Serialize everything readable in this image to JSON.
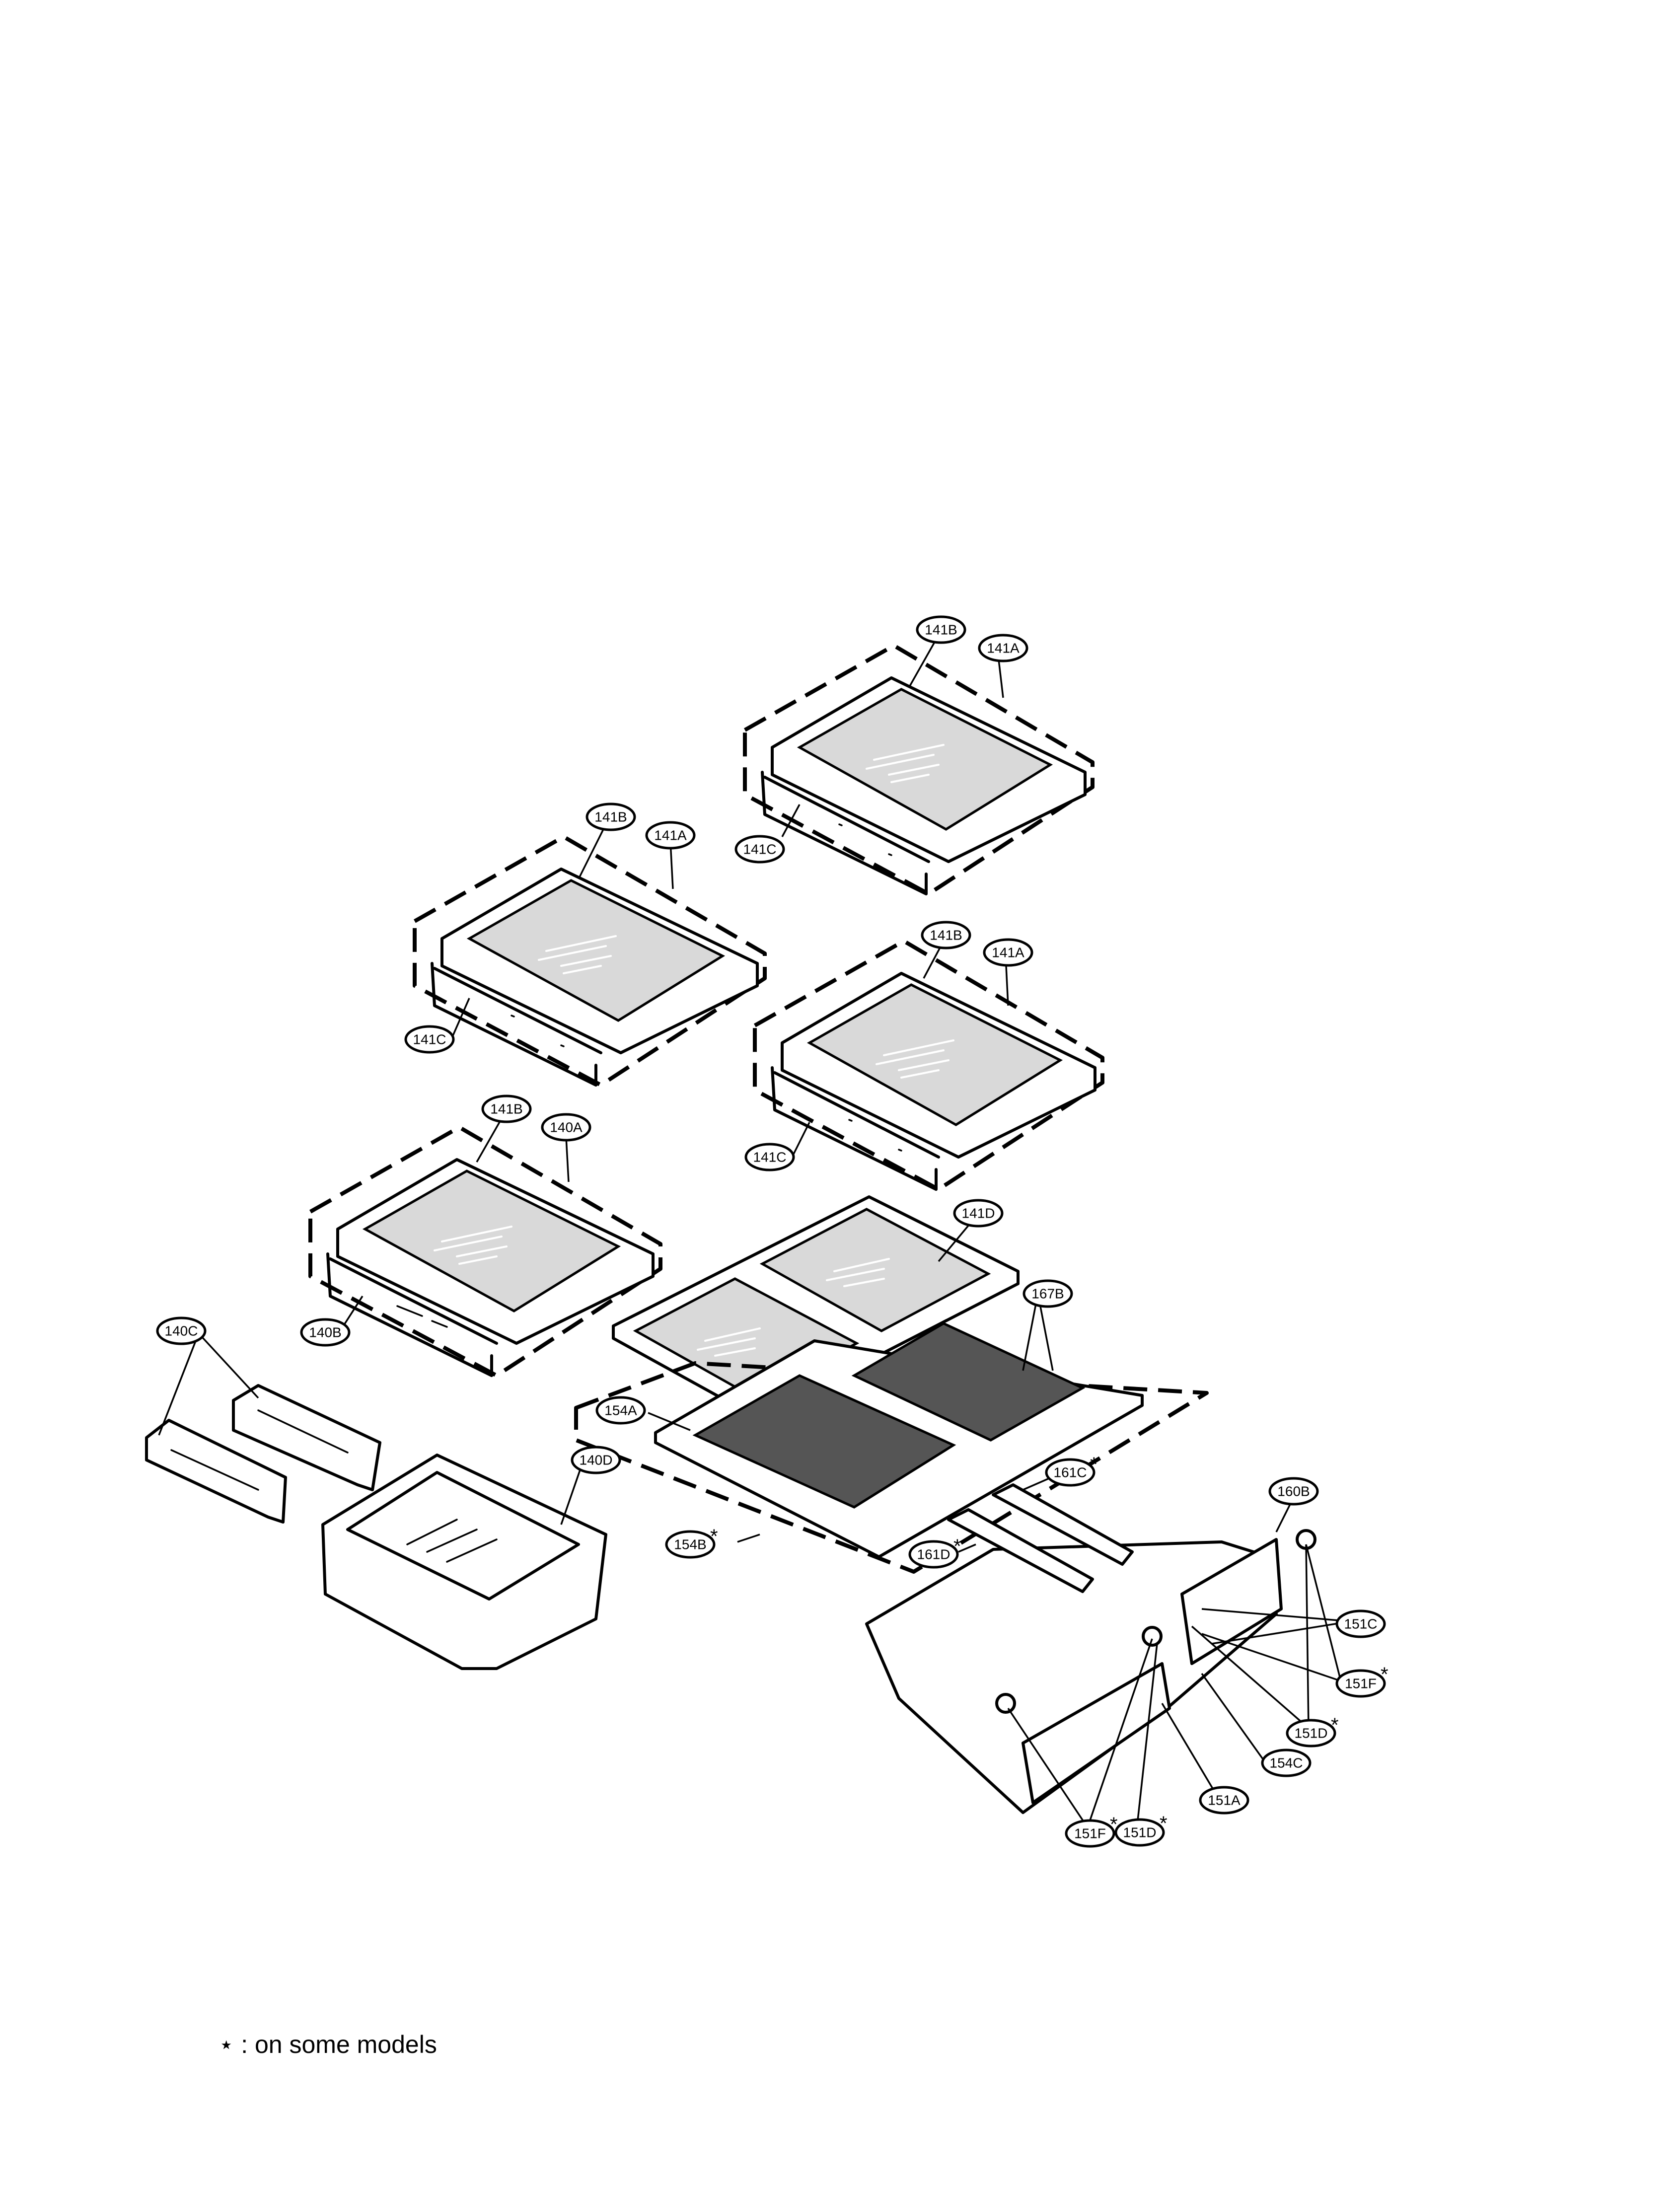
{
  "labels": {
    "l141B_1": "141B",
    "l141A_1": "141A",
    "l141C_1": "141C",
    "l141B_2": "141B",
    "l141A_2": "141A",
    "l141C_2": "141C",
    "l141B_3": "141B",
    "l141A_3": "141A",
    "l141C_3": "141C",
    "l141B_4": "141B",
    "l140A": "140A",
    "l140B": "140B",
    "l141D": "141D",
    "l167B": "167B",
    "l140C": "140C",
    "l154A": "154A",
    "l140D": "140D",
    "l161C": "161C",
    "l154B": "154B",
    "l161D": "161D",
    "l160B": "160B",
    "l151C": "151C",
    "l151F_r": "151F",
    "l151D_r": "151D",
    "l154C": "154C",
    "l151A": "151A",
    "l151F_b": "151F",
    "l151D_b": "151D"
  },
  "asterisk": "*",
  "footnote": {
    "text": "⋆ : on some models"
  }
}
